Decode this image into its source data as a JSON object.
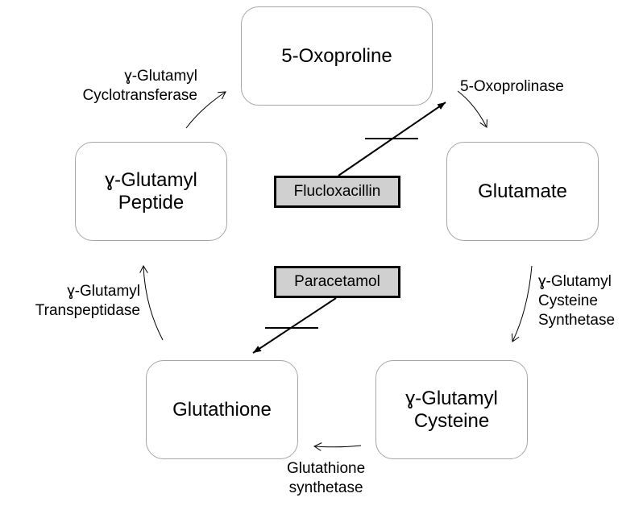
{
  "diagram": {
    "type": "pathway-cycle",
    "nodes": [
      {
        "id": "oxoproline",
        "lines": [
          "5-Oxoproline"
        ]
      },
      {
        "id": "glutamate",
        "lines": [
          "Glutamate"
        ]
      },
      {
        "id": "glutamyl-cysteine",
        "lines": [
          "ɣ-Glutamyl",
          "Cysteine"
        ]
      },
      {
        "id": "glutathione",
        "lines": [
          "Glutathione"
        ]
      },
      {
        "id": "glutamyl-peptide",
        "lines": [
          "ɣ-Glutamyl",
          "Peptide"
        ]
      }
    ],
    "enzymes": [
      {
        "id": "oxoprolinase",
        "lines": [
          "5-Oxoprolinase"
        ],
        "from": "oxoproline",
        "to": "glutamate"
      },
      {
        "id": "gcs",
        "lines": [
          "ɣ-Glutamyl",
          "Cysteine",
          "Synthetase"
        ],
        "from": "glutamate",
        "to": "glutamyl-cysteine"
      },
      {
        "id": "gs",
        "lines": [
          "Glutathione",
          "synthetase"
        ],
        "from": "glutamyl-cysteine",
        "to": "glutathione"
      },
      {
        "id": "ggt",
        "lines": [
          "ɣ-Glutamyl",
          "Transpeptidase"
        ],
        "from": "glutathione",
        "to": "glutamyl-peptide"
      },
      {
        "id": "ggct",
        "lines": [
          "ɣ-Glutamyl",
          "Cyclotransferase"
        ],
        "from": "glutamyl-peptide",
        "to": "oxoproline"
      }
    ],
    "inhibitors": [
      {
        "id": "flucloxacillin",
        "label": "Flucloxacillin",
        "target": "oxoprolinase",
        "fill": "#d0d0d0"
      },
      {
        "id": "paracetamol",
        "label": "Paracetamol",
        "target": "glutathione",
        "fill": "#d0d0d0"
      }
    ]
  }
}
